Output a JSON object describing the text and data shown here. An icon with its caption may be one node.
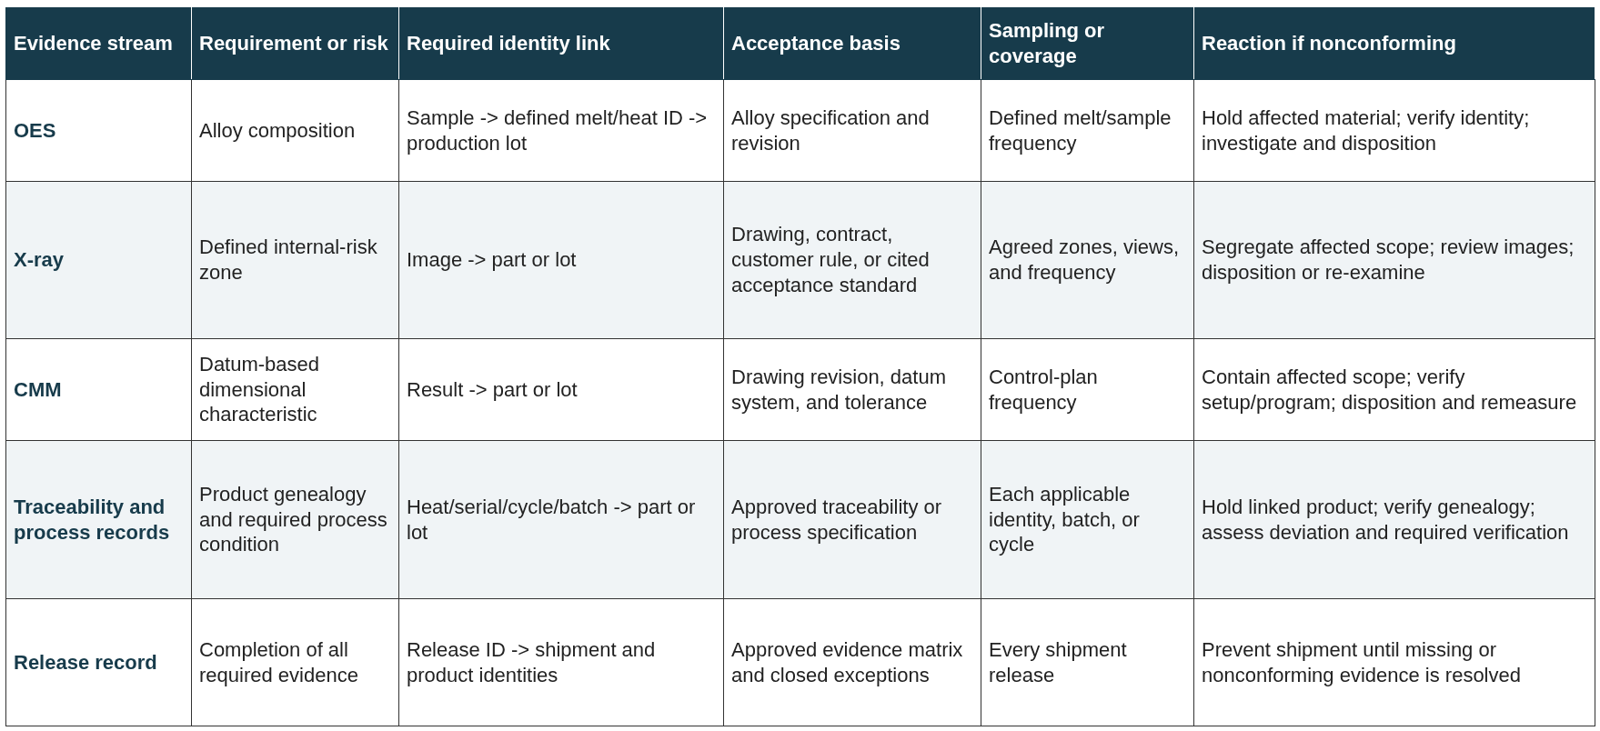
{
  "diagram": {
    "labels": [
      "Evidence stream",
      "Requirement or risk",
      "Required identity link",
      "Acceptance basis",
      "Sampling or coverage",
      "Reaction if nonconforming",
      "OES",
      "Alloy composition",
      "Sample -> defined melt/heat ID -> production lot",
      "Alloy specification and revision",
      "Defined melt/sample frequency",
      "Hold affected material; verify identity; investigate and disposition",
      "X-ray",
      "Defined internal-risk zone",
      "Image -> part or lot",
      "Drawing, contract, customer rule, or cited acceptance standard",
      "Agreed zones, views, and frequency",
      "Segregate affected scope; review images; disposition or re-examine",
      "CMM",
      "Datum-based dimensional characteristic",
      "Result -> part or lot",
      "Drawing revision, datum system, and tolerance",
      "Control-plan frequency",
      "Contain affected scope; verify setup/program; disposition and remeasure",
      "Traceability and process records",
      "Product genealogy and required process condition",
      "Heat/serial/cycle/batch -> part or lot",
      "Approved traceability or process specification",
      "Each applicable identity, batch, or cycle",
      "Hold linked product; verify genealogy; assess deviation and required verification",
      "Release record",
      "Completion of all required evidence",
      "Release ID -> shipment and product identities",
      "Approved evidence matrix and closed exceptions",
      "Every shipment release",
      "Prevent shipment until missing or nonconforming evidence is resolved"
    ]
  }
}
